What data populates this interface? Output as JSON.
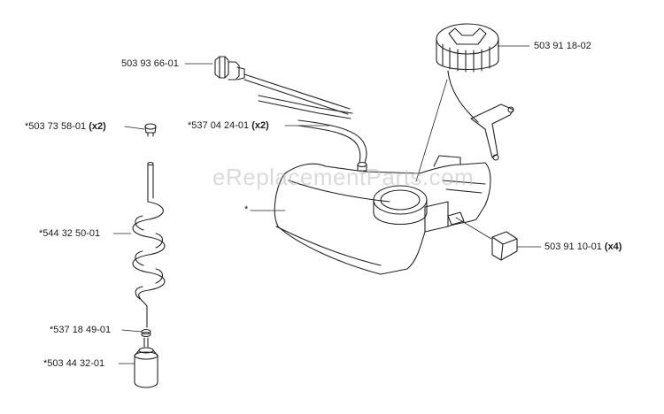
{
  "watermark": "eReplacementParts.com",
  "parts": [
    {
      "id": "fuel-valve",
      "number": "503 93 66-01",
      "qty": ""
    },
    {
      "id": "fuel-cap",
      "number": "503 91 18-02",
      "qty": ""
    },
    {
      "id": "plug",
      "number": "*503 73 58-01",
      "qty": "(x2)"
    },
    {
      "id": "fuel-hose",
      "number": "*537 04 24-01",
      "qty": "(x2)"
    },
    {
      "id": "fuel-tank",
      "number": "*",
      "qty": ""
    },
    {
      "id": "spiral-hose",
      "number": "*544 32 50-01",
      "qty": ""
    },
    {
      "id": "vibration-damper",
      "number": "503 91 10-01",
      "qty": "(x4)"
    },
    {
      "id": "clamp",
      "number": "*537 18 49-01",
      "qty": ""
    },
    {
      "id": "fuel-filter",
      "number": "*503 44 32-01",
      "qty": ""
    }
  ]
}
